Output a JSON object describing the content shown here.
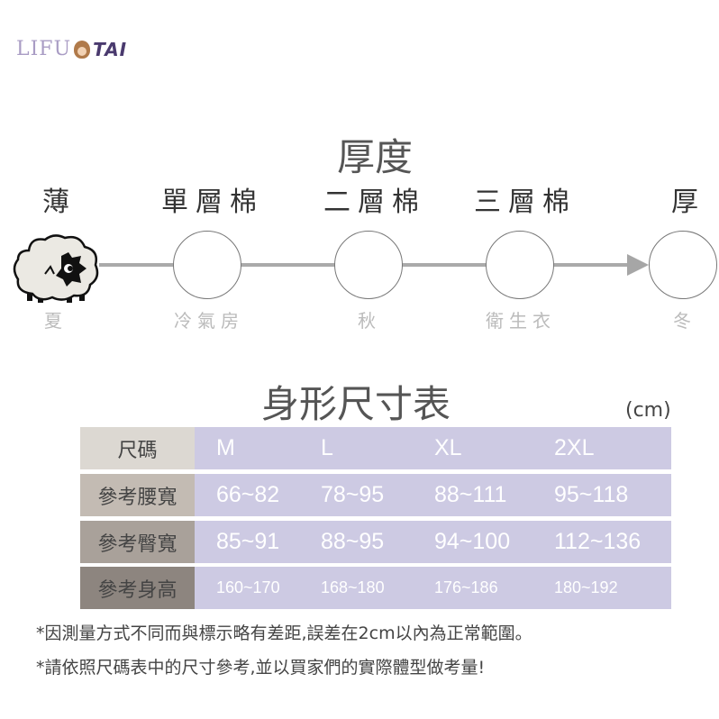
{
  "logo": {
    "text_left": "LIFU",
    "text_right": "TAI"
  },
  "thickness": {
    "title": "厚度",
    "start_label": "薄",
    "end_label": "厚",
    "stages": [
      {
        "top": "單層棉",
        "bottom": "冷氣房"
      },
      {
        "top": "二層棉",
        "bottom": "秋"
      },
      {
        "top": "三層棉",
        "bottom": "衛生衣"
      }
    ],
    "start_bottom": "夏",
    "end_bottom": "冬",
    "selected": "薄",
    "line_color": "#aaaaaa"
  },
  "size_table": {
    "title": "身形尺寸表",
    "unit": "(cm)",
    "header": {
      "label": "尺碼",
      "sizes": [
        "M",
        "L",
        "XL",
        "2XL"
      ]
    },
    "rows": [
      {
        "label": "參考腰寬",
        "values": [
          "66~82",
          "78~95",
          "88~111",
          "95~118"
        ]
      },
      {
        "label": "參考臀寬",
        "values": [
          "85~91",
          "88~95",
          "94~100",
          "112~136"
        ]
      },
      {
        "label": "參考身高",
        "values": [
          "160~170",
          "168~180",
          "176~186",
          "180~192"
        ]
      }
    ],
    "colors": {
      "cell_bg": "#cdcae3",
      "label_bgs": [
        "#dcd8d2",
        "#c3bbb3",
        "#a9a19a",
        "#8d857f"
      ]
    }
  },
  "notes": [
    "*因測量方式不同而與標示略有差距,誤差在2cm以內為正常範圍。",
    "*請依照尺碼表中的尺寸參考,並以買家們的實際體型做考量!"
  ]
}
